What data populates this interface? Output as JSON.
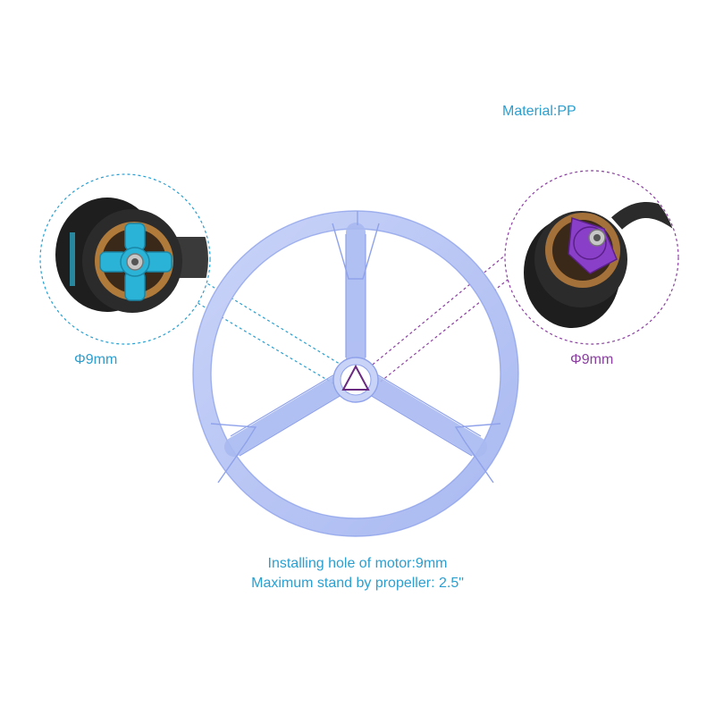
{
  "material_label": "Material:PP",
  "left_callout": {
    "diameter_label": "Φ9mm",
    "color": "#2a9fd0"
  },
  "right_callout": {
    "diameter_label": "Φ9mm",
    "color": "#8a3fa0"
  },
  "specs": {
    "line1": "Installing hole of motor:9mm",
    "line2": "Maximum stand by propeller: 2.5\""
  },
  "colors": {
    "guard": "#b8c6f5",
    "guard_stroke": "#8fa2ea",
    "accent_blue": "#2a9fd0",
    "accent_purple": "#8a3fa0"
  },
  "icons": [
    "blue-motor-icon",
    "purple-motor-icon",
    "prop-guard-icon",
    "mount-triangle-icon"
  ]
}
